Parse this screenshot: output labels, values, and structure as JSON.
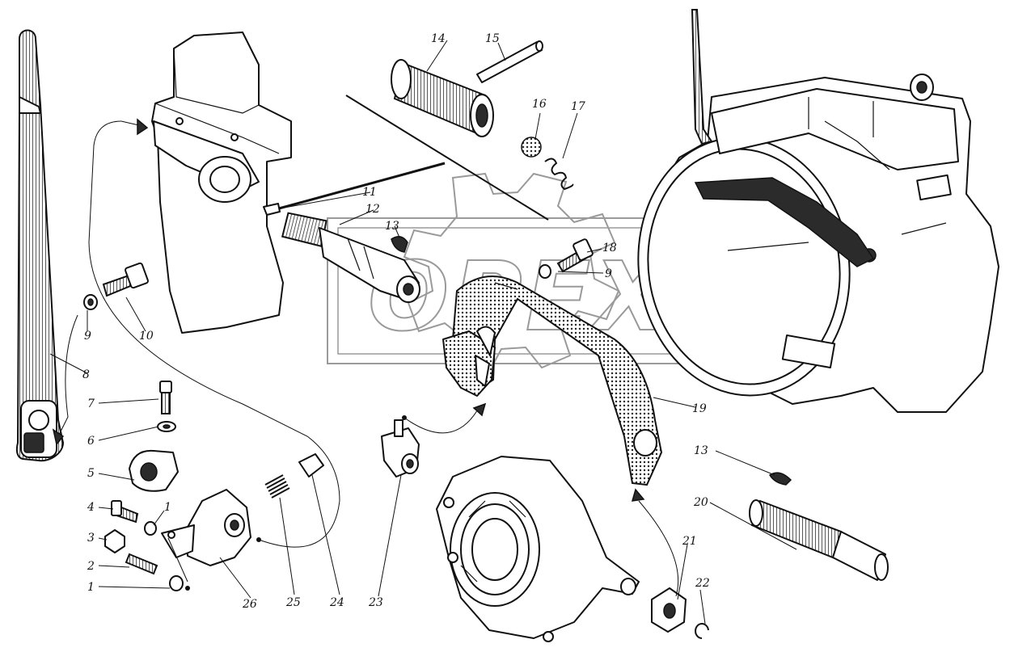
{
  "watermark": {
    "text": "OPEX",
    "color": "#9a9a9a"
  },
  "callouts": {
    "c1a": "1",
    "c1b": "1",
    "c2": "2",
    "c3": "3",
    "c4": "4",
    "c5": "5",
    "c6": "6",
    "c7": "7",
    "c8": "8",
    "c9a": "9",
    "c9b": "9",
    "c10": "10",
    "c11": "11",
    "c12": "12",
    "c13a": "13",
    "c13b": "13",
    "c14": "14",
    "c15": "15",
    "c16": "16",
    "c17": "17",
    "c18": "18",
    "c19": "19",
    "c20": "20",
    "c21": "21",
    "c22": "22",
    "c23": "23",
    "c24": "24",
    "c25": "25",
    "c26": "26"
  },
  "icons": [
    "clutch-lever-part",
    "clutch-housing-part",
    "release-fork-part",
    "release-bearing-housing-part",
    "shaft-part",
    "bolt-part",
    "spring-part",
    "ball-part"
  ]
}
